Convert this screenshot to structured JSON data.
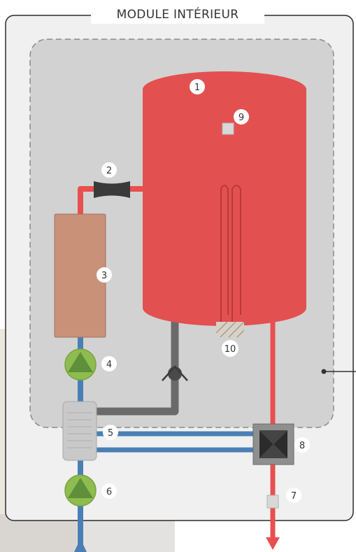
{
  "title": "MODULE INTÉRIEUR",
  "markers": [
    "1",
    "2",
    "3",
    "4",
    "5",
    "6",
    "7",
    "8",
    "9",
    "10"
  ],
  "colors": {
    "hot_pipe": "#e94f4f",
    "cold_pipe": "#4a7fb5",
    "grey_pipe": "#6a6a6a",
    "tank": "#e35050",
    "heater": "#c89178",
    "pump": "#8fbc4f",
    "pump_triangle": "#5e8f3a",
    "inner_zone": "#d2d2d2",
    "module_fill": "#f0f0f0"
  }
}
